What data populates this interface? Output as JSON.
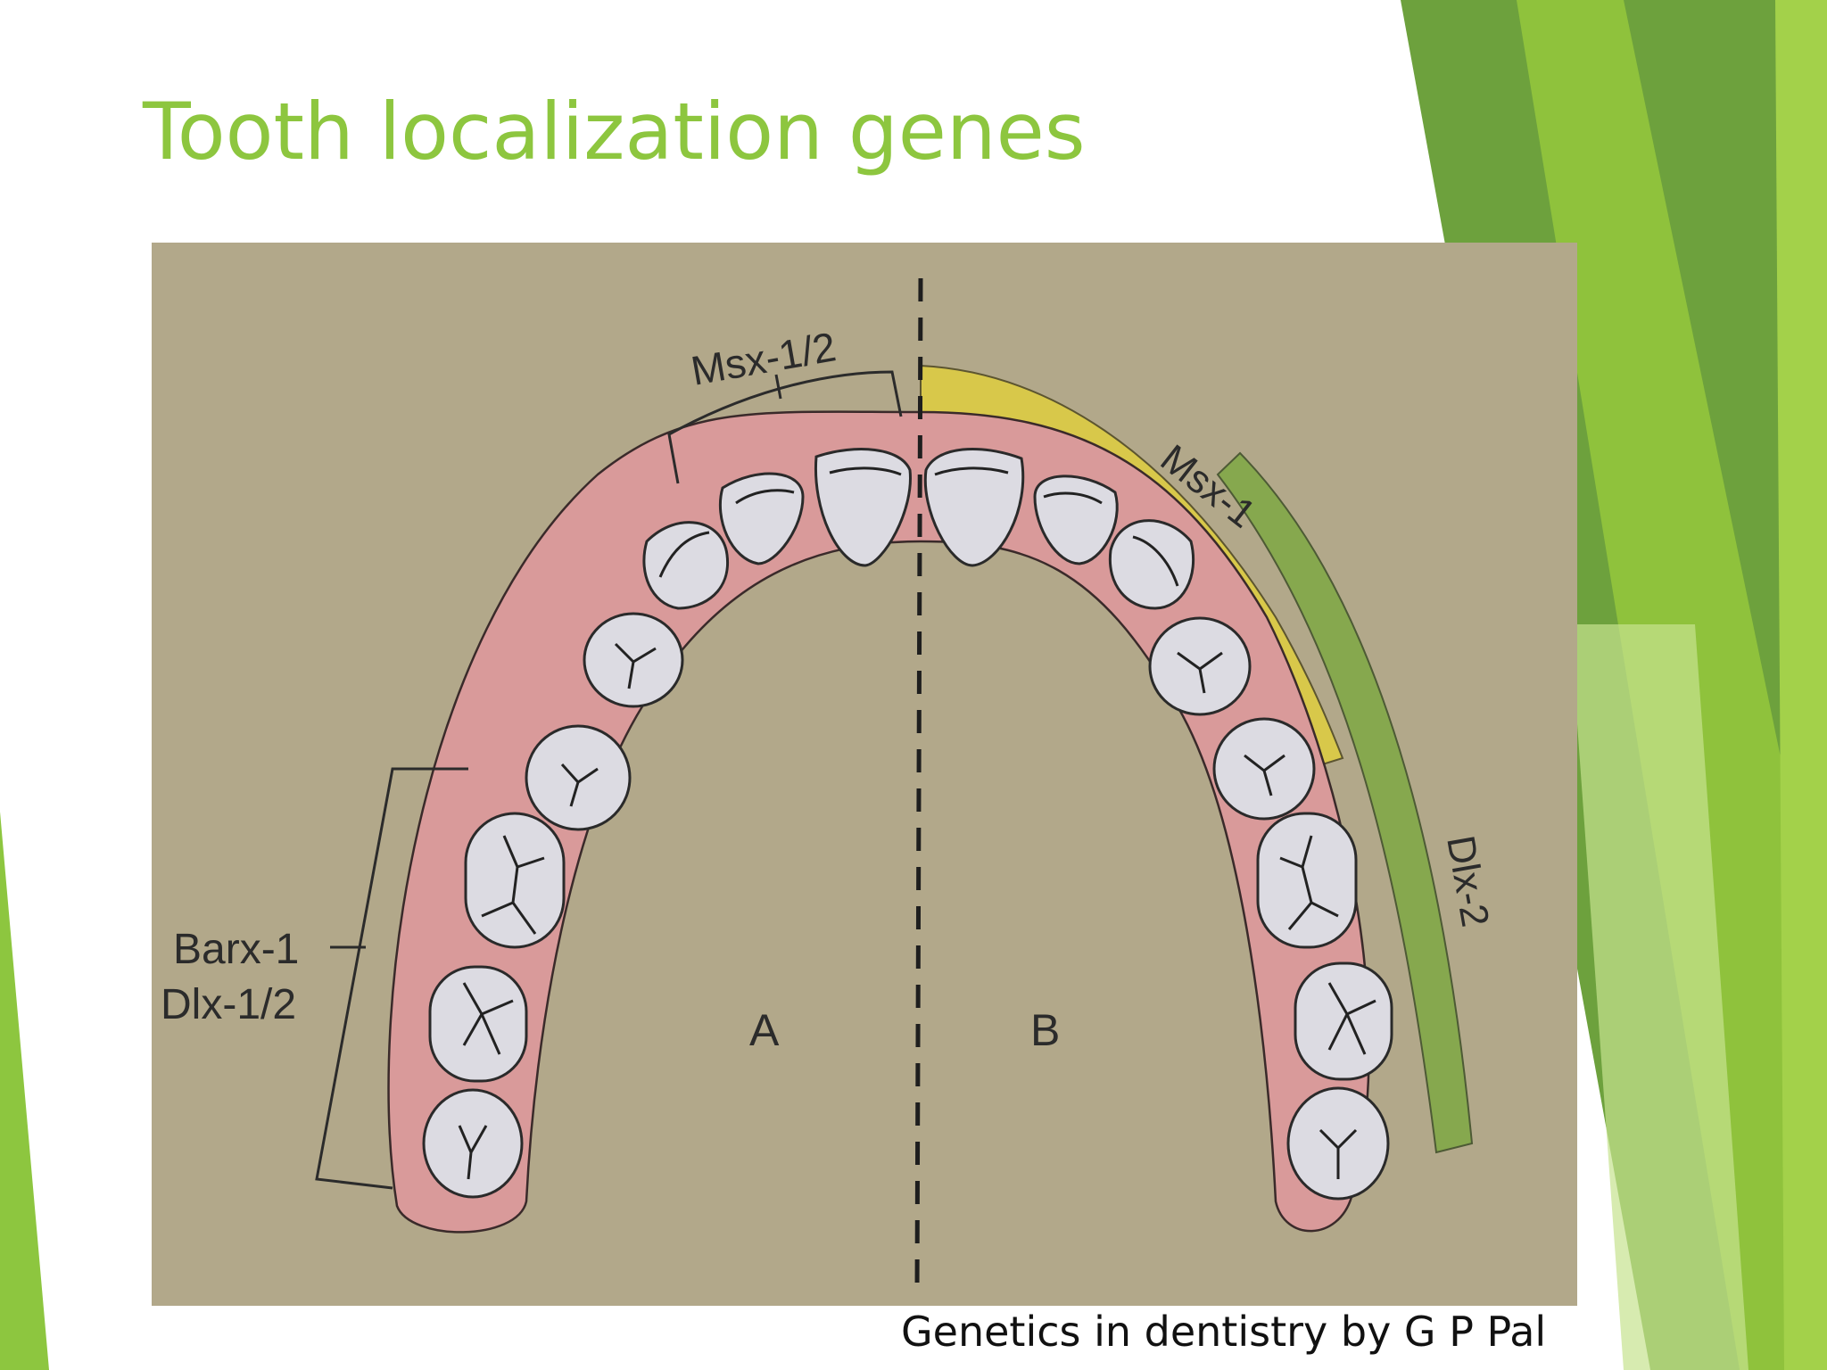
{
  "slide": {
    "title": "Tooth localization genes",
    "caption": "Genetics in dentistry by G P Pal"
  },
  "diagram": {
    "labels": {
      "msx_1_2": "Msx-1/2",
      "msx_1": "Msx-1",
      "dlx_2": "Dlx-2",
      "barx_1": "Barx-1",
      "dlx_1_2": "Dlx-1/2",
      "half_a": "A",
      "half_b": "B"
    }
  },
  "colors": {
    "title": "#8dc63f",
    "accent_dark": "#4e9a2e",
    "accent_light": "#9ccc3c",
    "figure_bg": "#b2a88a",
    "gum": "#d99a9a",
    "msx1_band": "#d8c84a",
    "dlx2_band": "#86a84e",
    "tooth": "#dcdbe2"
  }
}
